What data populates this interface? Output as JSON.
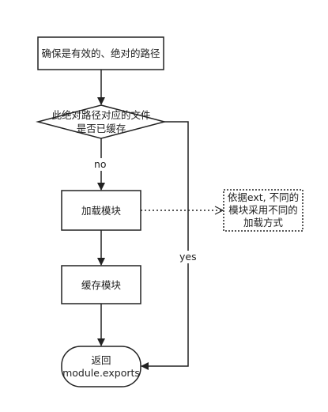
{
  "nodes": {
    "ensure_path": "确保是有效的、绝对的路径",
    "check_cache": "此绝对路径对应的文件是否已缓存",
    "load_module": "加载模块",
    "cache_module": "缓存模块",
    "return_exports": "返回 module.exports",
    "note": "依据ext, 不同的模块采用不同的加载方式"
  },
  "edges": {
    "no_label": "no",
    "yes_label": "yes"
  },
  "colors": {
    "stroke": "#222222",
    "background": "#ffffff"
  }
}
